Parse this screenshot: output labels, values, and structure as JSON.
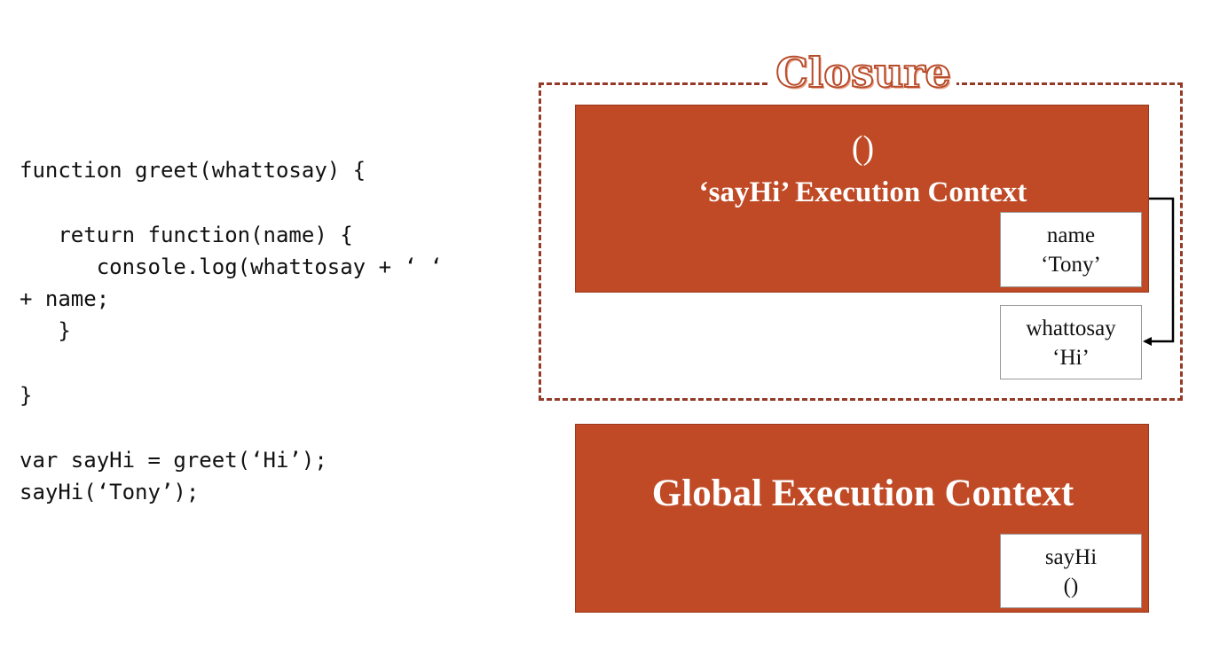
{
  "code": {
    "lines": [
      "function greet(whattosay) {",
      "",
      "   return function(name) {",
      "      console.log(whattosay + ‘ ‘",
      "+ name;",
      "   }",
      "",
      "}",
      "",
      "var sayHi = greet(‘Hi’);",
      "sayHi(‘Tony’);"
    ]
  },
  "closure": {
    "title": "Closure"
  },
  "sayhi_context": {
    "parens": "()",
    "title": "‘sayHi’ Execution Context",
    "variable": {
      "name": "name",
      "value": "‘Tony’"
    }
  },
  "outer_variable": {
    "name": "whattosay",
    "value": "‘Hi’"
  },
  "global_context": {
    "title": "Global Execution Context",
    "variable": {
      "name": "sayHi",
      "value": "()"
    }
  },
  "colors": {
    "context_fill": "#bf4a25",
    "closure_border": "#943a27",
    "closure_title": "#b84c2a"
  }
}
